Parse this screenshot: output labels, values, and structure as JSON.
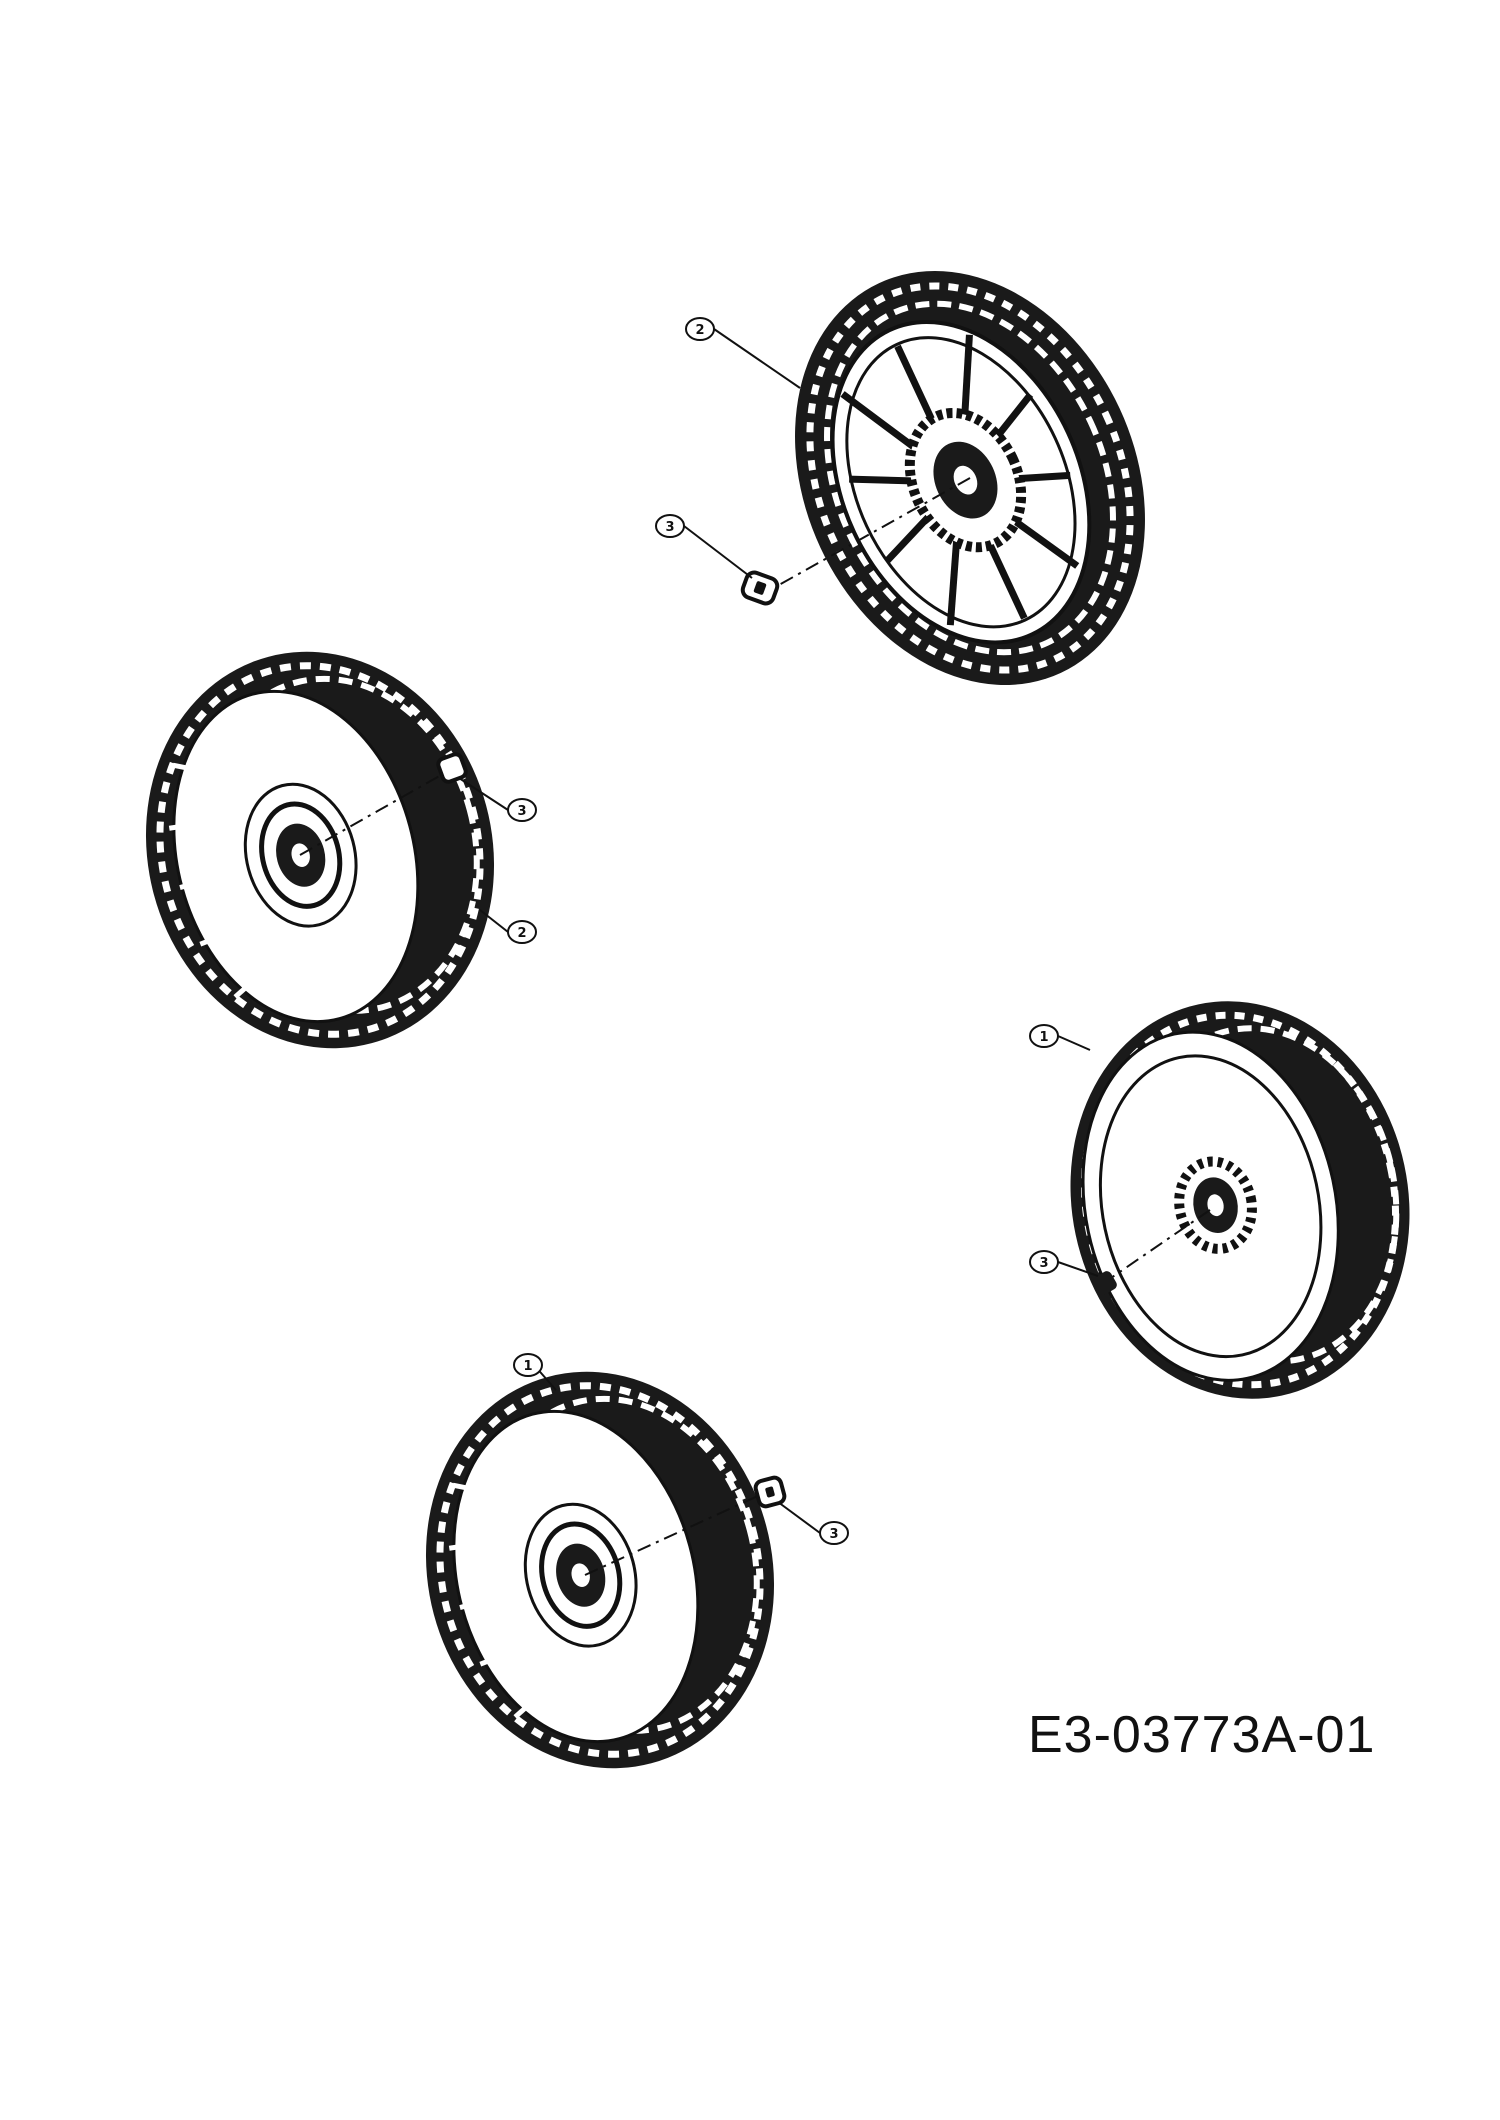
{
  "drawing_code": "E3-03773A-01",
  "colors": {
    "line": "#111111",
    "tire": "#1a1a1a",
    "paper": "#ffffff"
  },
  "wheels": [
    {
      "id": "wheel-top-right",
      "view": "gear-side",
      "callouts": [
        {
          "number": "2",
          "part": "wheel"
        },
        {
          "number": "3",
          "part": "hubcap-clip"
        }
      ]
    },
    {
      "id": "wheel-upper-left",
      "view": "hub-side",
      "callouts": [
        {
          "number": "3",
          "part": "hubcap-clip"
        },
        {
          "number": "2",
          "part": "wheel"
        }
      ]
    },
    {
      "id": "wheel-right",
      "view": "sprocket-side",
      "callouts": [
        {
          "number": "1",
          "part": "wheel"
        },
        {
          "number": "3",
          "part": "hubcap-clip"
        }
      ]
    },
    {
      "id": "wheel-bottom",
      "view": "hub-side",
      "callouts": [
        {
          "number": "1",
          "part": "wheel"
        },
        {
          "number": "3",
          "part": "hubcap-clip"
        }
      ]
    }
  ]
}
